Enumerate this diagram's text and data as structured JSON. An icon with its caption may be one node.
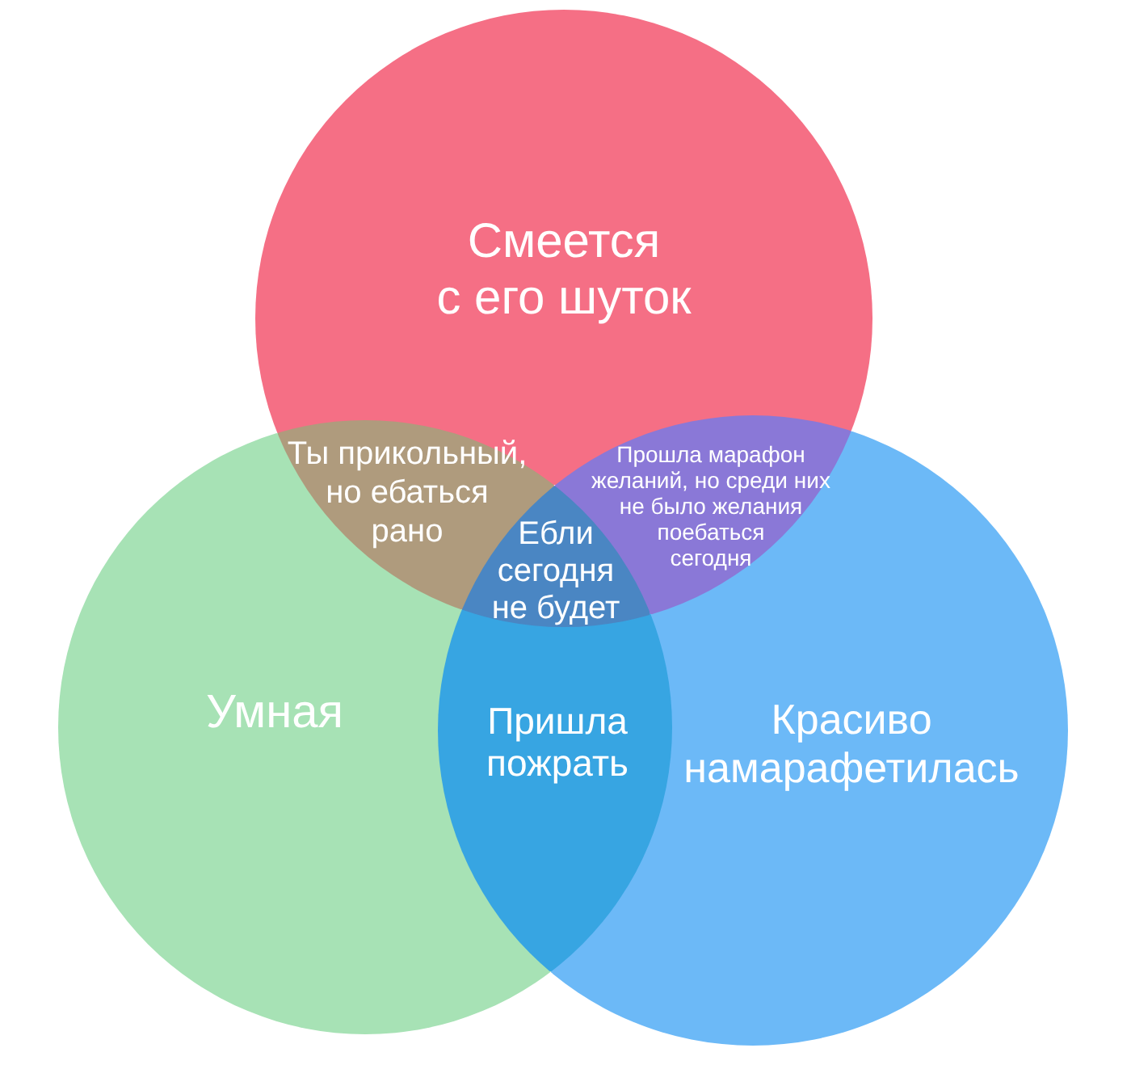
{
  "diagram": {
    "nodes": [
      {
        "text": [
          "Смеется с его шуток"
        ]
      },
      {
        "text": [
          "Ты прикольный, но ебаться рано"
        ]
      },
      {
        "text": [
          "Прошла марафон желаний, но среди них не было желания поебаться сегодня"
        ]
      },
      {
        "text": [
          "Ебли сегодня не будет"
        ]
      },
      {
        "text": [
          "Умная"
        ]
      },
      {
        "text": [
          "Пришла пожрать"
        ]
      },
      {
        "text": [
          "Красиво намарафетилась"
        ]
      }
    ]
  }
}
